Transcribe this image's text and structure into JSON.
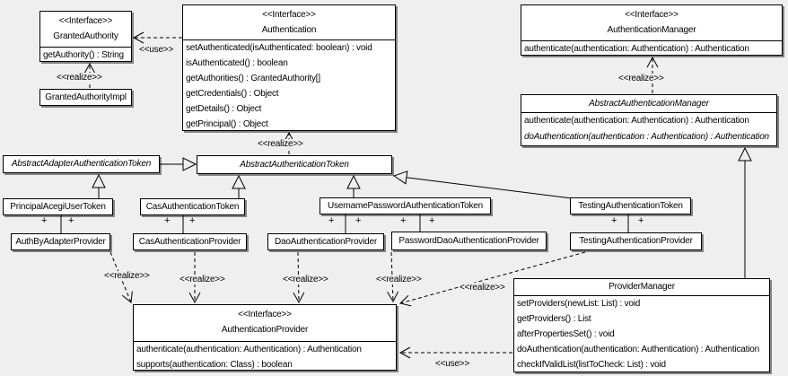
{
  "diagram": {
    "background": "#efefef",
    "box_fill": "#ffffff",
    "line_color": "#000000"
  },
  "labels": {
    "use": "<<use>>",
    "realize": "<<realize>>",
    "plus": "+"
  },
  "classes": {
    "granted_authority": {
      "stereotype": "<<Interface>>",
      "name": "GrantedAuthority",
      "methods": [
        "getAuthority() : String"
      ]
    },
    "granted_authority_impl": {
      "name": "GrantedAuthorityImpl"
    },
    "authentication": {
      "stereotype": "<<Interface>>",
      "name": "Authentication",
      "methods": [
        "setAuthenticated(isAuthenticated: boolean) : void",
        "isAuthenticated() : boolean",
        "getAuthorities() : GrantedAuthority[]",
        "getCredentials() : Object",
        "getDetails() : Object",
        "getPrincipal() : Object"
      ]
    },
    "authentication_manager": {
      "stereotype": "<<Interface>>",
      "name": "AuthenticationManager",
      "methods": [
        "authenticate(authentication: Authentication) : Authentication"
      ]
    },
    "abstract_authentication_manager": {
      "name": "AbstractAuthenticationManager",
      "methods": [
        "authenticate(authentication: Authentication) : Authentication",
        "doAuthentication(authentication : Authentication) : Authentication"
      ]
    },
    "abstract_adapter_authentication_token": {
      "name": "AbstractAdapterAuthenticationToken"
    },
    "abstract_authentication_token": {
      "name": "AbstractAuthenticationToken"
    },
    "principal_acegi_user_token": {
      "name": "PrincipalAcegiUserToken"
    },
    "cas_authentication_token": {
      "name": "CasAuthenticationToken"
    },
    "username_password_authentication_token": {
      "name": "UsernamePasswordAuthenticationToken"
    },
    "testing_authentication_token": {
      "name": "TestingAuthenticationToken"
    },
    "auth_by_adapter_provider": {
      "name": "AuthByAdapterProvider"
    },
    "cas_authentication_provider": {
      "name": "CasAuthenticationProvider"
    },
    "dao_authentication_provider": {
      "name": "DaoAuthenticationProvider"
    },
    "password_dao_authentication_provider": {
      "name": "PasswordDaoAuthenticationProvider"
    },
    "testing_authentication_provider": {
      "name": "TestingAuthenticationProvider"
    },
    "authentication_provider": {
      "stereotype": "<<Interface>>",
      "name": "AuthenticationProvider",
      "methods": [
        "authenticate(authentication: Authentication) : Authentication",
        "supports(authentication: Class) : boolean"
      ]
    },
    "provider_manager": {
      "name": "ProviderManager",
      "methods": [
        "setProviders(newList: List) : void",
        "getProviders() : List",
        "afterPropertiesSet() : void",
        "doAuthentication(authentication: Authentication) : Authentication",
        "checkIfValidList(listToCheck: List) : void"
      ]
    }
  }
}
